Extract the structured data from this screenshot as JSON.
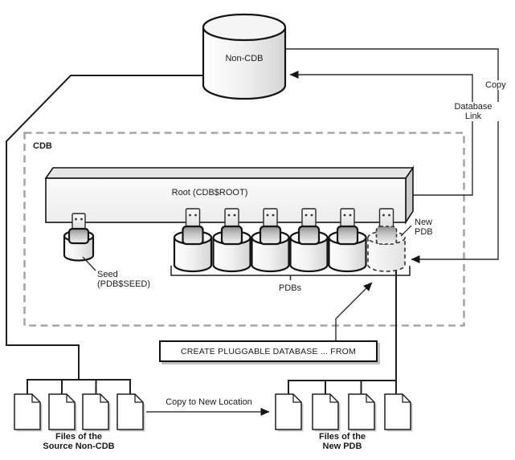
{
  "nodes": {
    "non_cdb": {
      "label": "Non-CDB"
    },
    "cdb_container": {
      "label": "CDB"
    },
    "root": {
      "label": "Root (CDB$ROOT)"
    },
    "seed": {
      "line1": "Seed",
      "line2": "(PDB$SEED)"
    },
    "pdb_group": {
      "label": "PDBs",
      "pdb_count": 5
    },
    "new_pdb": {
      "line1": "New",
      "line2": "PDB"
    }
  },
  "connectors": {
    "copy": {
      "label": "Copy"
    },
    "database_link": {
      "label": "Database Link"
    },
    "copy_to_new_location": {
      "label": "Copy to New Location"
    }
  },
  "command_box": {
    "label": "CREATE PLUGGABLE DATABASE ... FROM"
  },
  "file_groups": {
    "source": {
      "line1": "Files of the",
      "line2": "Source Non-CDB",
      "file_count": 4
    },
    "new": {
      "line1": "Files of the",
      "line2": "New PDB",
      "file_count": 4
    }
  },
  "colors": {
    "line": "#1f1f1f",
    "dashed_border": "#a6a6a6",
    "cylinder_fill": "#f0f0f0",
    "shadow": "#c8c8c8",
    "background": "#ffffff"
  }
}
